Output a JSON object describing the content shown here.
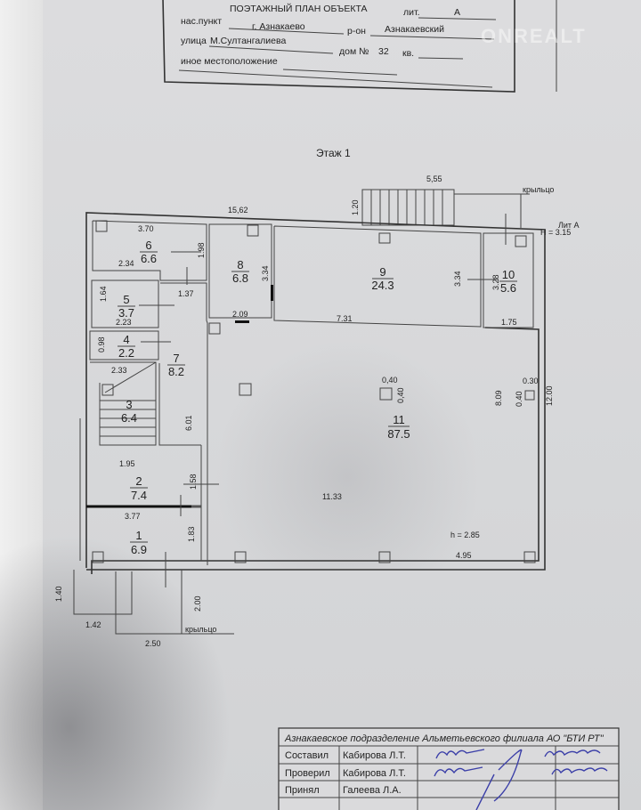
{
  "header": {
    "title": "ПОЭТАЖНЫЙ ПЛАН ОБЪЕКТА",
    "lit_label": "лит.",
    "lit_value": "А",
    "settlement_label": "нас.пункт",
    "settlement_value": "г. Азнакаево",
    "district_label": "р-он",
    "district_value": "Азнакаевский",
    "street_label": "улица",
    "street_value": "М.Султангалиева",
    "house_label": "дом №",
    "house_value": "32",
    "apt_label": "кв.",
    "other_label": "иное местоположение"
  },
  "watermark": "ONREALT",
  "floor_title": "Этаж 1",
  "rooms": [
    {
      "num": "1",
      "area": "6.9"
    },
    {
      "num": "2",
      "area": "7.4"
    },
    {
      "num": "3",
      "area": "6.4"
    },
    {
      "num": "4",
      "area": "2.2"
    },
    {
      "num": "5",
      "area": "3.7"
    },
    {
      "num": "6",
      "area": "6.6"
    },
    {
      "num": "7",
      "area": "8.2"
    },
    {
      "num": "8",
      "area": "6.8"
    },
    {
      "num": "9",
      "area": "24.3"
    },
    {
      "num": "10",
      "area": "5.6"
    },
    {
      "num": "11",
      "area": "87.5"
    }
  ],
  "dims": {
    "top_total": "15,62",
    "porch_top_width": "5,55",
    "porch_top_depth": "1.20",
    "porch_top_label": "крыльцо",
    "lit": "Лит А",
    "height_total": "H = 3.15",
    "r6_w": "3.70",
    "r6_b": "2.34",
    "r6_h": "1.98",
    "r7_w": "1.37",
    "r8_h": "3.34",
    "r8_w": "2.09",
    "r9_w": "7.31",
    "r9_h": "3.34",
    "r10_h": "3.28",
    "r10_w": "1.75",
    "r5_h": "1.64",
    "r5_w": "2.23",
    "r4_h": "0.98",
    "r3_w": "2.33",
    "r7_h": "6.01",
    "col_w": "0,40",
    "col_h": "0,40",
    "col2_w": "0.30",
    "col2_h": "0.40",
    "r11_h": "8.09",
    "total_h": "12.00",
    "r11_w": "11.33",
    "r11_ceiling": "h = 2.85",
    "r11_b": "4.95",
    "r2_w": "1.95",
    "r2_h": "1.58",
    "r1_w": "3.77",
    "r1_h": "1.83",
    "porch_b_left": "1.40",
    "porch_b_depth": "2.00",
    "porch_b_side": "1.42",
    "porch_b_width": "2.50",
    "porch_b_label": "крыльцо"
  },
  "stamp": {
    "org": "Азнакаевское подразделение Альметьевского филиала АО \"БТИ РТ\"",
    "rows": [
      {
        "role": "Составил",
        "name": "Кабирова Л.Т."
      },
      {
        "role": "Проверил",
        "name": "Кабирова Л.Т."
      },
      {
        "role": "Принял",
        "name": "Галеева Л.А."
      }
    ],
    "handwritten_dates": [
      "28.01.2019",
      "28.01.2019"
    ]
  }
}
